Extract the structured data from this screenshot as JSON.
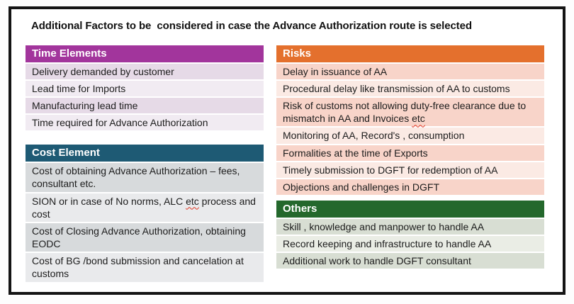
{
  "title": "Additional Factors to be  considered in case the Advance Authorization route is selected",
  "colors": {
    "frame_border": "#141414",
    "time_header": "#A2359C",
    "cost_header": "#1E5A74",
    "risks_header": "#E4702D",
    "others_header": "#24682C",
    "squiggle_red": "#e0341f"
  },
  "columns": {
    "left": [
      {
        "id": "time-elements",
        "header": "Time Elements",
        "header_bg": "#A2359C",
        "row_bg_odd": "#E6DAE7",
        "row_bg_even": "#F1EBF2",
        "rows": [
          {
            "text": "Delivery demanded by customer"
          },
          {
            "text": "Lead time for Imports"
          },
          {
            "text": "Manufacturing lead time"
          },
          {
            "text": "Time required for Advance Authorization"
          }
        ]
      },
      {
        "id": "cost-element",
        "header": "Cost Element",
        "header_bg": "#1E5A74",
        "row_bg_odd": "#D7DADC",
        "row_bg_even": "#E9EAEC",
        "rows": [
          {
            "text": "Cost of obtaining Advance Authorization – fees, consultant etc."
          },
          {
            "text": "SION  or in case of No norms, ALC etc process and cost",
            "misspelled": "etc"
          },
          {
            "text": "Cost of Closing Advance Authorization, obtaining EODC"
          },
          {
            "text": "Cost of BG /bond submission and cancelation at customs"
          }
        ]
      }
    ],
    "right": [
      {
        "id": "risks",
        "header": "Risks",
        "header_bg": "#E4702D",
        "row_bg_odd": "#F8D4C9",
        "row_bg_even": "#FBEAE4",
        "rows": [
          {
            "text": "Delay in issuance of AA"
          },
          {
            "text": "Procedural delay like transmission of AA to customs"
          },
          {
            "text": "Risk of customs not allowing duty-free clearance due to mismatch in AA and Invoices etc",
            "misspelled": "etc"
          },
          {
            "text": "Monitoring of AA, Record's , consumption"
          },
          {
            "text": "Formalities at the time of Exports"
          },
          {
            "text": "Timely submission to DGFT for redemption of AA"
          },
          {
            "text": "Objections and challenges in DGFT"
          }
        ]
      },
      {
        "id": "others",
        "header": "Others",
        "header_bg": "#24682C",
        "row_bg_odd": "#D8DED3",
        "row_bg_even": "#EAEDE5",
        "rows": [
          {
            "text": "Skill , knowledge and manpower to handle AA"
          },
          {
            "text": "Record keeping and infrastructure  to handle AA"
          },
          {
            "text": "Additional work to handle DGFT consultant"
          }
        ]
      }
    ]
  }
}
